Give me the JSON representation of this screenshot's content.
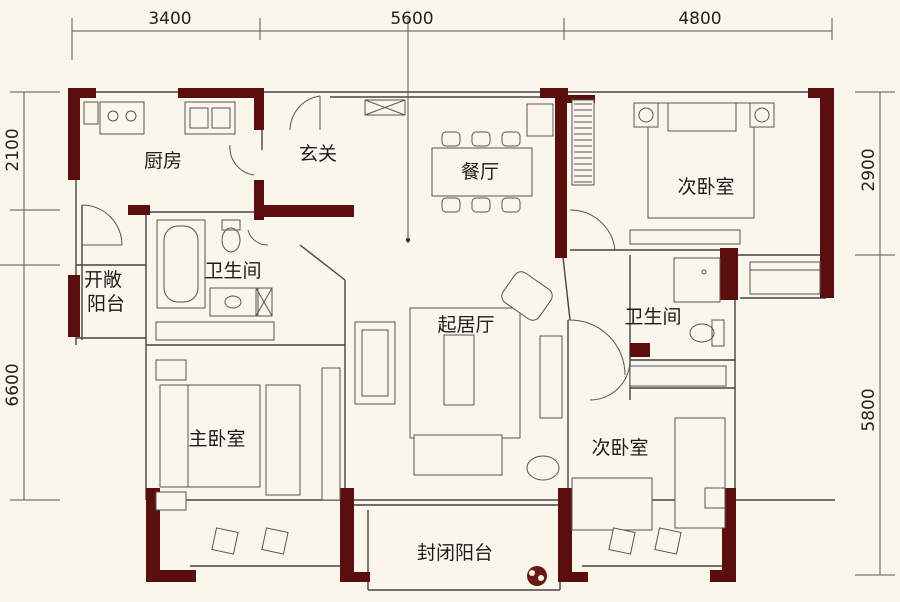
{
  "colors": {
    "background": "#fbf6ec",
    "wall": "#5a0f0c",
    "line": "#555555",
    "text": "#1c1c1c"
  },
  "dimensions": {
    "top": [
      "3400",
      "5600",
      "4800"
    ],
    "left": [
      "2100",
      "6600"
    ],
    "right": [
      "2900",
      "5800"
    ]
  },
  "rooms": {
    "kitchen": "厨房",
    "foyer": "玄关",
    "dining": "餐厅",
    "bedroom_ne": "次卧室",
    "open_balcony": "开敞\n阳台",
    "open_balcony_l1": "开敞",
    "open_balcony_l2": "阳台",
    "bath_w": "卫生间",
    "living": "起居厅",
    "bath_e": "卫生间",
    "master": "主卧室",
    "bedroom_se": "次卧室",
    "closed_balcony": "封闭阳台"
  },
  "icons": [
    "door-swing-icon",
    "bed-icon",
    "sofa-icon",
    "armchair-icon",
    "dining-table-icon",
    "bathtub-icon",
    "toilet-icon",
    "sink-icon",
    "stove-icon",
    "plant-icon",
    "window-icon"
  ]
}
